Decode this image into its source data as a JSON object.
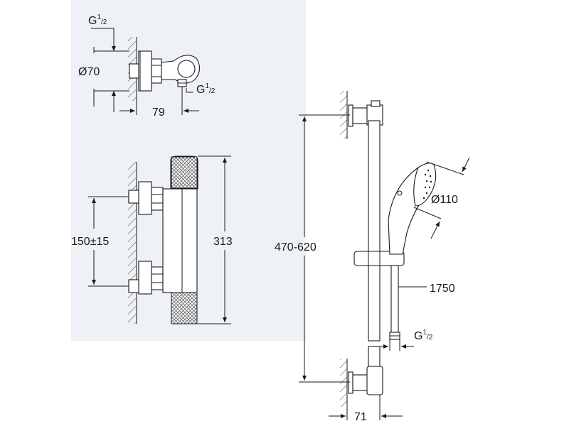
{
  "colors": {
    "panel_bg": "#eef1f6",
    "line": "#1a1a1a",
    "knurl": "#7a7a7a"
  },
  "labels": {
    "thread_top": {
      "main": "G",
      "sup": "1",
      "sub": "/2"
    },
    "thread_outlet": {
      "main": "G",
      "sup": "1",
      "sub": "/2"
    },
    "thread_hose": {
      "main": "G",
      "sup": "1",
      "sub": "/2"
    },
    "diameter_escutcheon": "Ø70",
    "projection_body": "79",
    "distance_centers": "150±15",
    "height_body": "313",
    "rail_range": "470-620",
    "diameter_head": "Ø110",
    "hose_length": "1750",
    "rail_projection": "71"
  }
}
